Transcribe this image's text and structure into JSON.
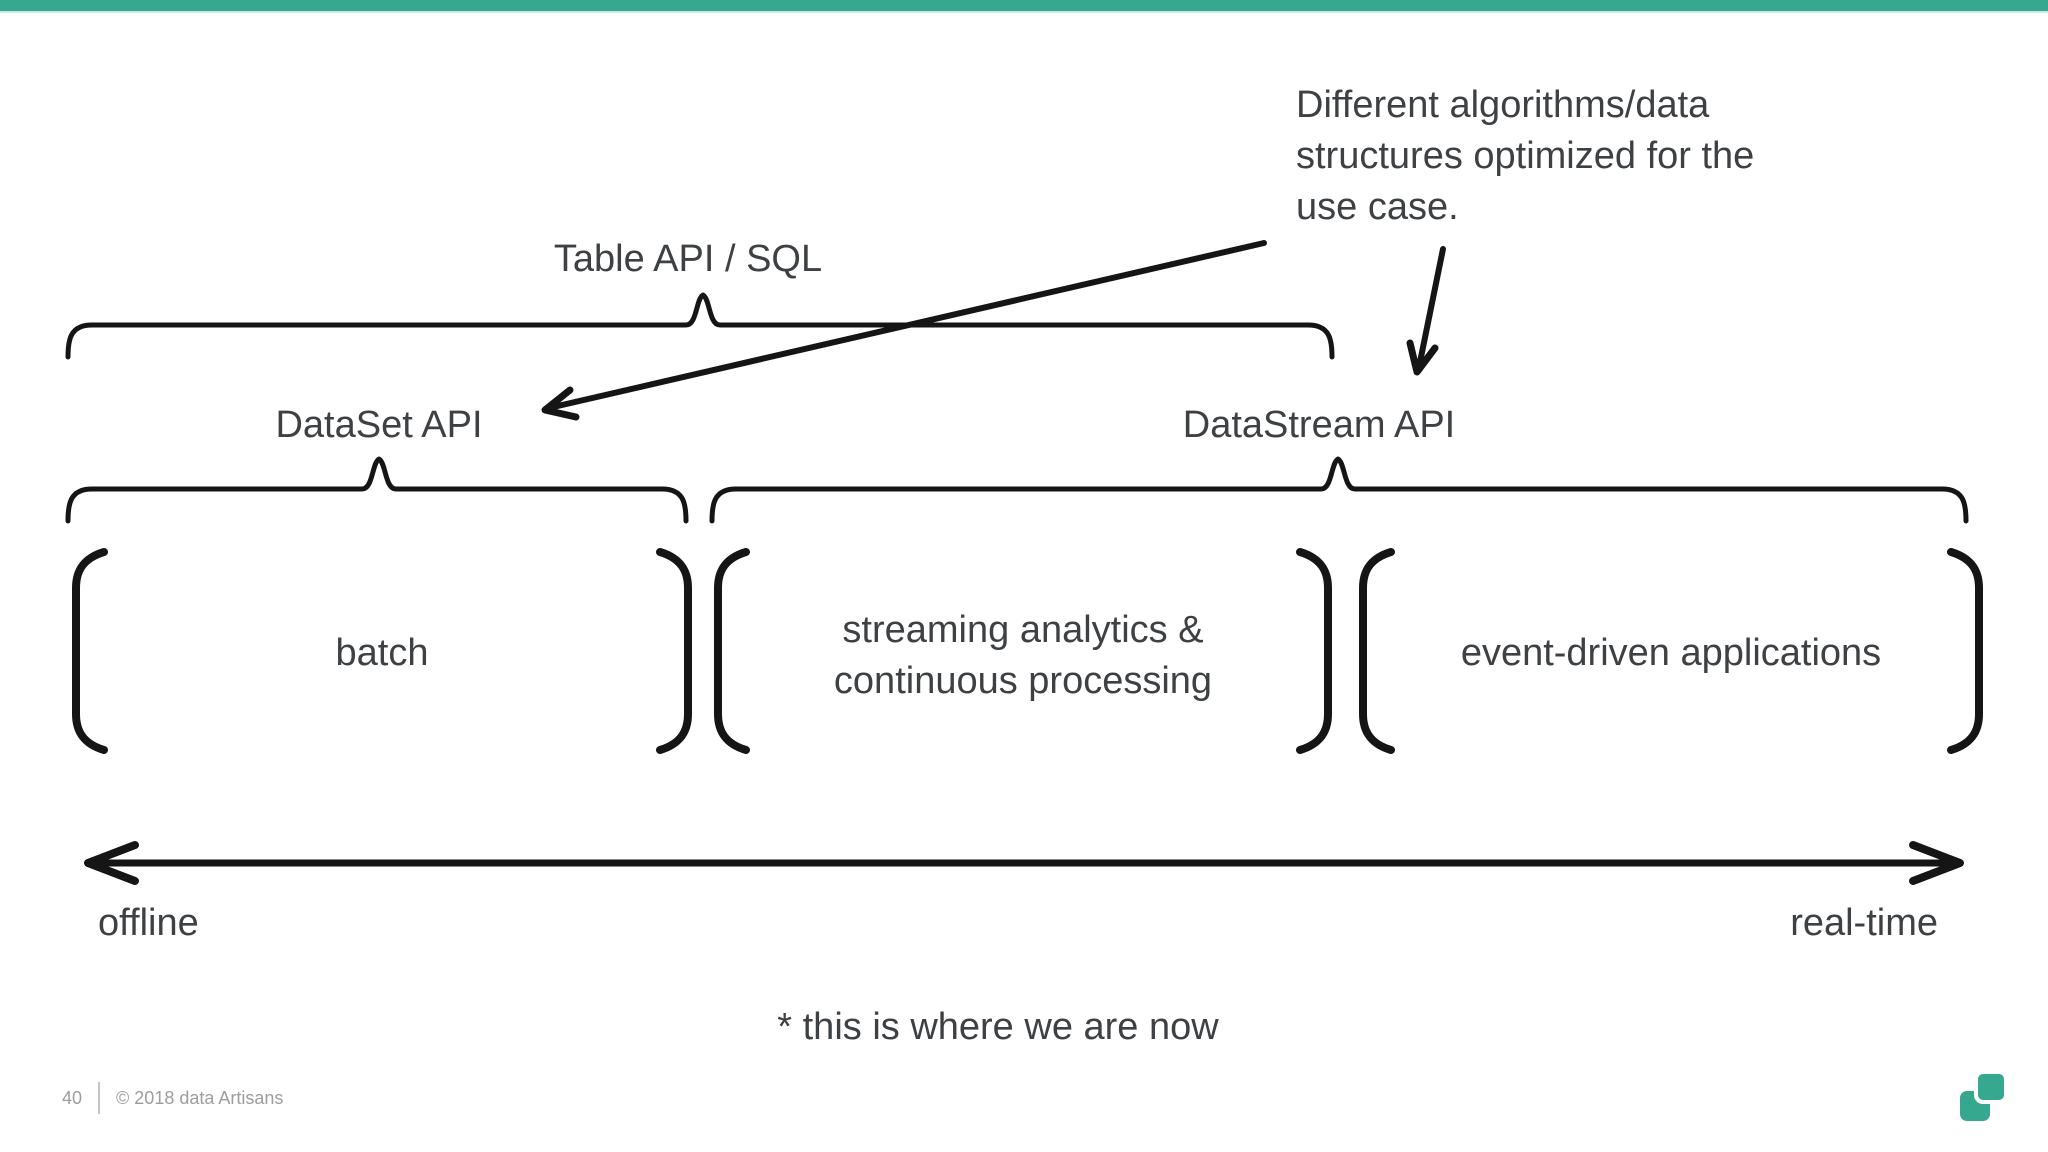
{
  "slide": {
    "colors": {
      "accent_teal": "#36a890",
      "text_dark": "#3e4144",
      "line_black": "#151515",
      "footer_gray": "#9d9d9d"
    },
    "annotation": "Different algorithms/data\nstructures optimized for the\nuse case.",
    "labels": {
      "table_api": "Table API / SQL",
      "dataset_api": "DataSet API",
      "datastream_api": "DataStream API"
    },
    "boxes": [
      {
        "label": "batch"
      },
      {
        "label": "streaming analytics &\ncontinuous processing"
      },
      {
        "label": "event-driven applications"
      }
    ],
    "axis": {
      "left_label": "offline",
      "right_label": "real-time"
    },
    "note": "* this is where we are now",
    "footer": {
      "page_number": "40",
      "copyright": "© 2018 data Artisans"
    },
    "logo_name": "data-artisans-logo"
  }
}
